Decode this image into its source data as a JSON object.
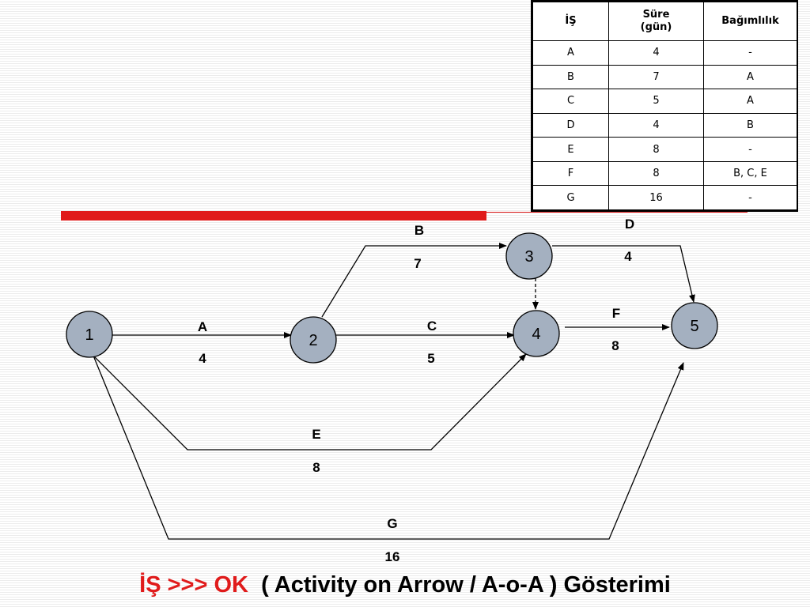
{
  "table": {
    "headers": [
      "İŞ",
      "Süre\n(gün)",
      "Bağımlılık"
    ],
    "rows": [
      [
        "A",
        "4",
        "-"
      ],
      [
        "B",
        "7",
        "A"
      ],
      [
        "C",
        "5",
        "A"
      ],
      [
        "D",
        "4",
        "B"
      ],
      [
        "E",
        "8",
        "-"
      ],
      [
        "F",
        "8",
        "B, C, E"
      ],
      [
        "G",
        "16",
        "-"
      ]
    ]
  },
  "network": {
    "nodes": [
      "1",
      "2",
      "3",
      "4",
      "5"
    ],
    "activities": [
      {
        "name": "A",
        "duration": "4"
      },
      {
        "name": "B",
        "duration": "7"
      },
      {
        "name": "C",
        "duration": "5"
      },
      {
        "name": "D",
        "duration": "4"
      },
      {
        "name": "E",
        "duration": "8"
      },
      {
        "name": "F",
        "duration": "8"
      },
      {
        "name": "G",
        "duration": "16"
      }
    ]
  },
  "caption": {
    "highlight": "İŞ >>> OK",
    "rest": "( Activity on Arrow / A-o-A ) Gösterimi"
  },
  "colors": {
    "accent_red": "#e01b1b",
    "node_fill": "#a4b0c0"
  }
}
